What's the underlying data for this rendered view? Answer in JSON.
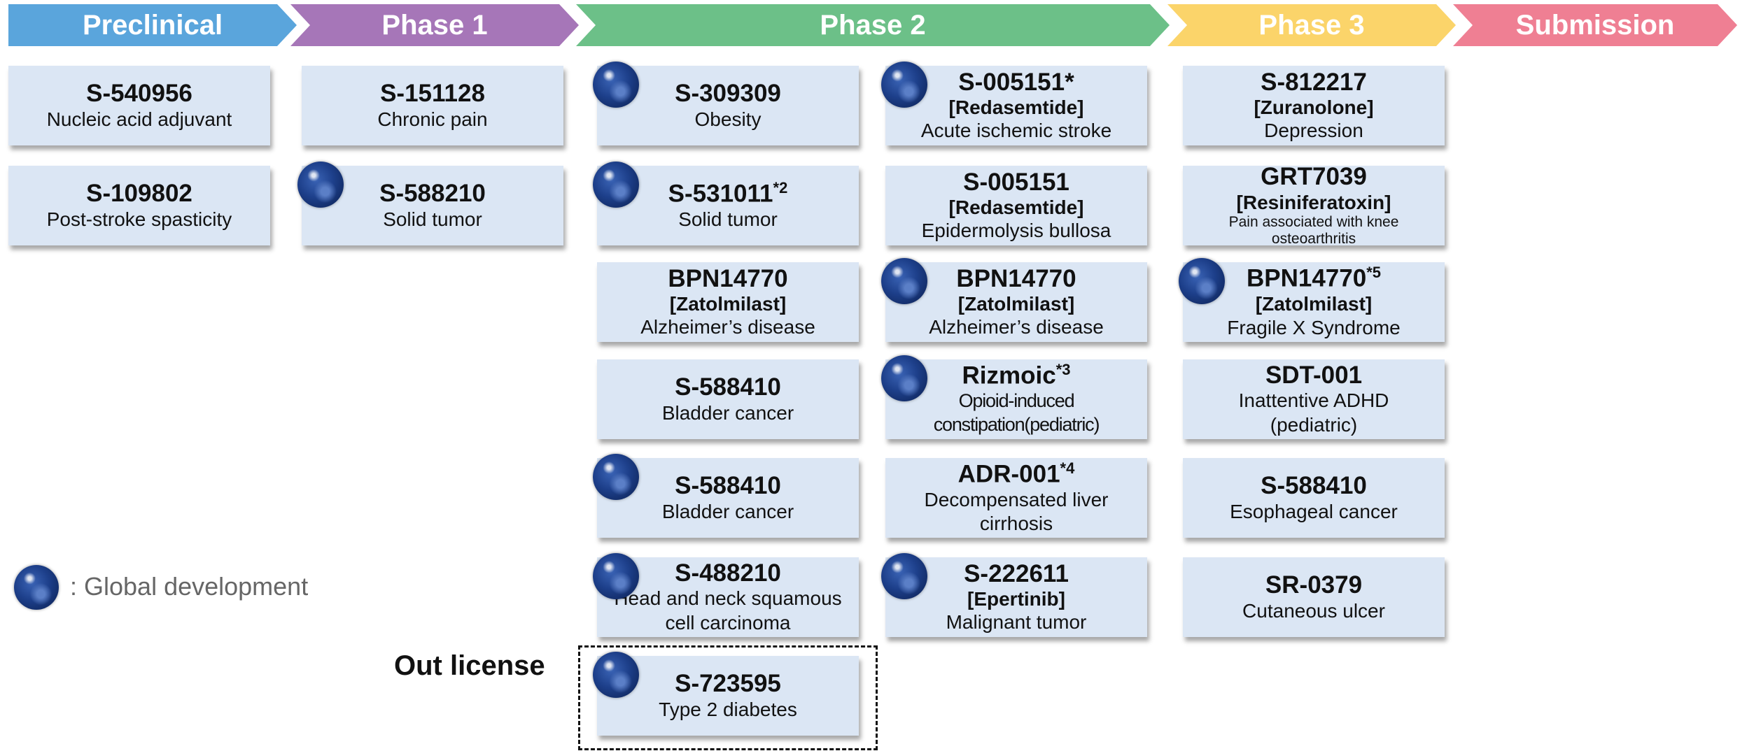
{
  "phases": [
    {
      "label": "Preclinical",
      "color": "#5aa5dc"
    },
    {
      "label": "Phase 1",
      "color": "#a676b8"
    },
    {
      "label": "Phase 2",
      "color": "#6cc088"
    },
    {
      "label": "Phase 3",
      "color": "#fbd46a"
    },
    {
      "label": "Submission",
      "color": "#ef7f93"
    }
  ],
  "preclinical": [
    {
      "code": "S-540956",
      "indication": "Nucleic acid adjuvant",
      "global": false
    },
    {
      "code": "S-109802",
      "indication": "Post-stroke spasticity",
      "global": false
    }
  ],
  "phase1": [
    {
      "code": "S-151128",
      "indication": "Chronic pain",
      "global": false
    },
    {
      "code": "S-588210",
      "indication": "Solid tumor",
      "global": true
    }
  ],
  "phase2_col1": [
    {
      "code": "S-309309",
      "indication": "Obesity",
      "global": true
    },
    {
      "code": "S-531011",
      "note": "*2",
      "indication": "Solid tumor",
      "global": true
    },
    {
      "code": "BPN14770",
      "generic": "[Zatolmilast]",
      "indication": "Alzheimer’s disease",
      "global": false
    },
    {
      "code": "S-588410",
      "indication": "Bladder cancer",
      "global": false
    },
    {
      "code": "S-588410",
      "indication": "Bladder cancer",
      "global": true
    },
    {
      "code": "S-488210",
      "indication": "Head and neck squamous cell carcinoma",
      "global": true
    }
  ],
  "phase2_col2": [
    {
      "code": "S-005151",
      "note": "*",
      "generic": "[Redasemtide]",
      "indication": "Acute ischemic stroke",
      "global": true
    },
    {
      "code": "S-005151",
      "generic": "[Redasemtide]",
      "indication": "Epidermolysis bullosa",
      "global": false
    },
    {
      "code": "BPN14770",
      "generic": "[Zatolmilast]",
      "indication": "Alzheimer’s disease",
      "global": true
    },
    {
      "code": "Rizmoic",
      "note": "*3",
      "indication": "Opioid-induced constipation(pediatric)",
      "global": true
    },
    {
      "code": "ADR-001",
      "note": "*4",
      "indication": "Decompensated liver cirrhosis",
      "global": false
    },
    {
      "code": "S-222611",
      "generic": "[Epertinib]",
      "indication": "Malignant tumor",
      "global": true
    }
  ],
  "phase3": [
    {
      "code": "S-812217",
      "generic": "[Zuranolone]",
      "indication": "Depression",
      "global": false
    },
    {
      "code": "GRT7039",
      "generic": "[Resiniferatoxin]",
      "indication": "Pain associated with knee osteoarthritis",
      "global": false
    },
    {
      "code": "BPN14770",
      "note": "*5",
      "generic": "[Zatolmilast]",
      "indication": "Fragile X Syndrome",
      "global": true
    },
    {
      "code": "SDT-001",
      "indication": "Inattentive ADHD (pediatric)",
      "global": false
    },
    {
      "code": "S-588410",
      "indication": "Esophageal cancer",
      "global": false
    },
    {
      "code": "SR-0379",
      "indication": "Cutaneous ulcer",
      "global": false
    }
  ],
  "out_license": {
    "label": "Out license",
    "card": {
      "code": "S-723595",
      "indication": "Type 2 diabetes",
      "global": true
    }
  },
  "legend": {
    "icon": "globe-icon",
    "text": ": Global development"
  }
}
